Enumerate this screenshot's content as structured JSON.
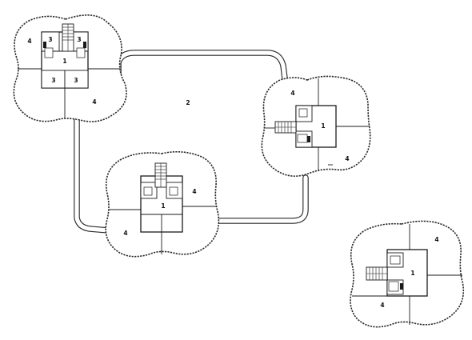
{
  "labels": {
    "pod_a": {
      "room_4_left": "4",
      "room_3_tl": "3",
      "room_3_tr": "3",
      "room_1": "1",
      "room_3_bl": "3",
      "room_3_br": "3",
      "room_4_bottom": "4"
    },
    "pod_b": {
      "room_4_top": "4",
      "room_1": "1",
      "room_4_right": "4"
    },
    "pod_c": {
      "room_4_right": "4",
      "room_1": "1",
      "room_4_left": "4"
    },
    "pod_d": {
      "room_4_top": "4",
      "room_1": "1",
      "room_4_bottom": "4"
    },
    "site": {
      "room_2": "2"
    }
  }
}
